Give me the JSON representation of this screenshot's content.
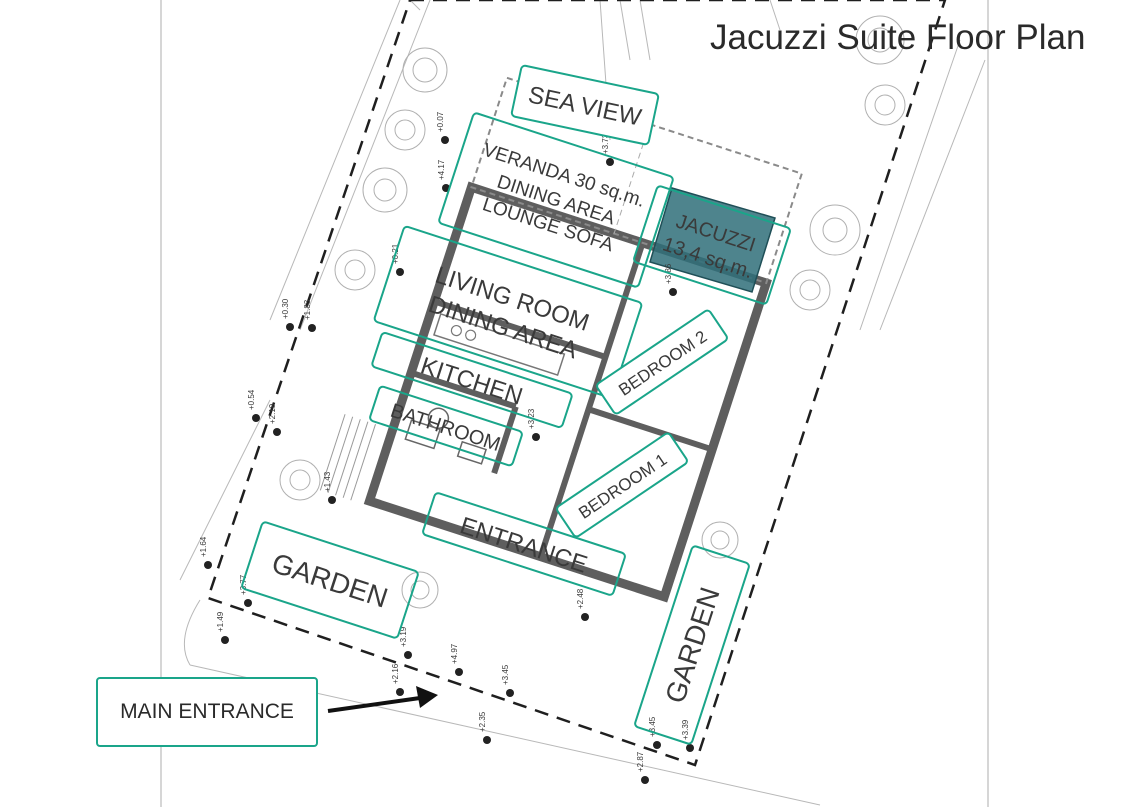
{
  "title": "Jacuzzi Suite Floor Plan",
  "main_entrance": "MAIN ENTRANCE",
  "rooms": {
    "sea_view": "SEA VIEW",
    "veranda_1": "VERANDA 30 sq.m.",
    "veranda_2": "DINING AREA",
    "veranda_3": "LOUNGE SOFA",
    "jacuzzi_1": "JACUZZI",
    "jacuzzi_2": "13,4 sq.m.",
    "living_1": "LIVING ROOM",
    "living_2": "DINING AREA",
    "kitchen": "KITCHEN",
    "bathroom": "BATHROOM",
    "bedroom2": "BEDROOM 2",
    "bedroom1": "BEDROOM 1",
    "entrance": "ENTRANCE",
    "garden_left": "GARDEN",
    "garden_right": "GARDEN"
  },
  "levels": [
    "+0.07",
    "+3.73",
    "+4.17",
    "+0.21",
    "+0.30",
    "+1.83",
    "+0.54",
    "+2.19",
    "+1.43",
    "+1.64",
    "+3.77",
    "+1.49",
    "+3.19",
    "+4.97",
    "+2.16",
    "+2.35",
    "+3.45",
    "+2.48",
    "+3.23",
    "+3.86",
    "+3.45",
    "+3.39",
    "+2.87"
  ],
  "colors": {
    "accent": "#1aa58a",
    "wall": "#5e5e5e",
    "line": "#9a9a9a"
  }
}
